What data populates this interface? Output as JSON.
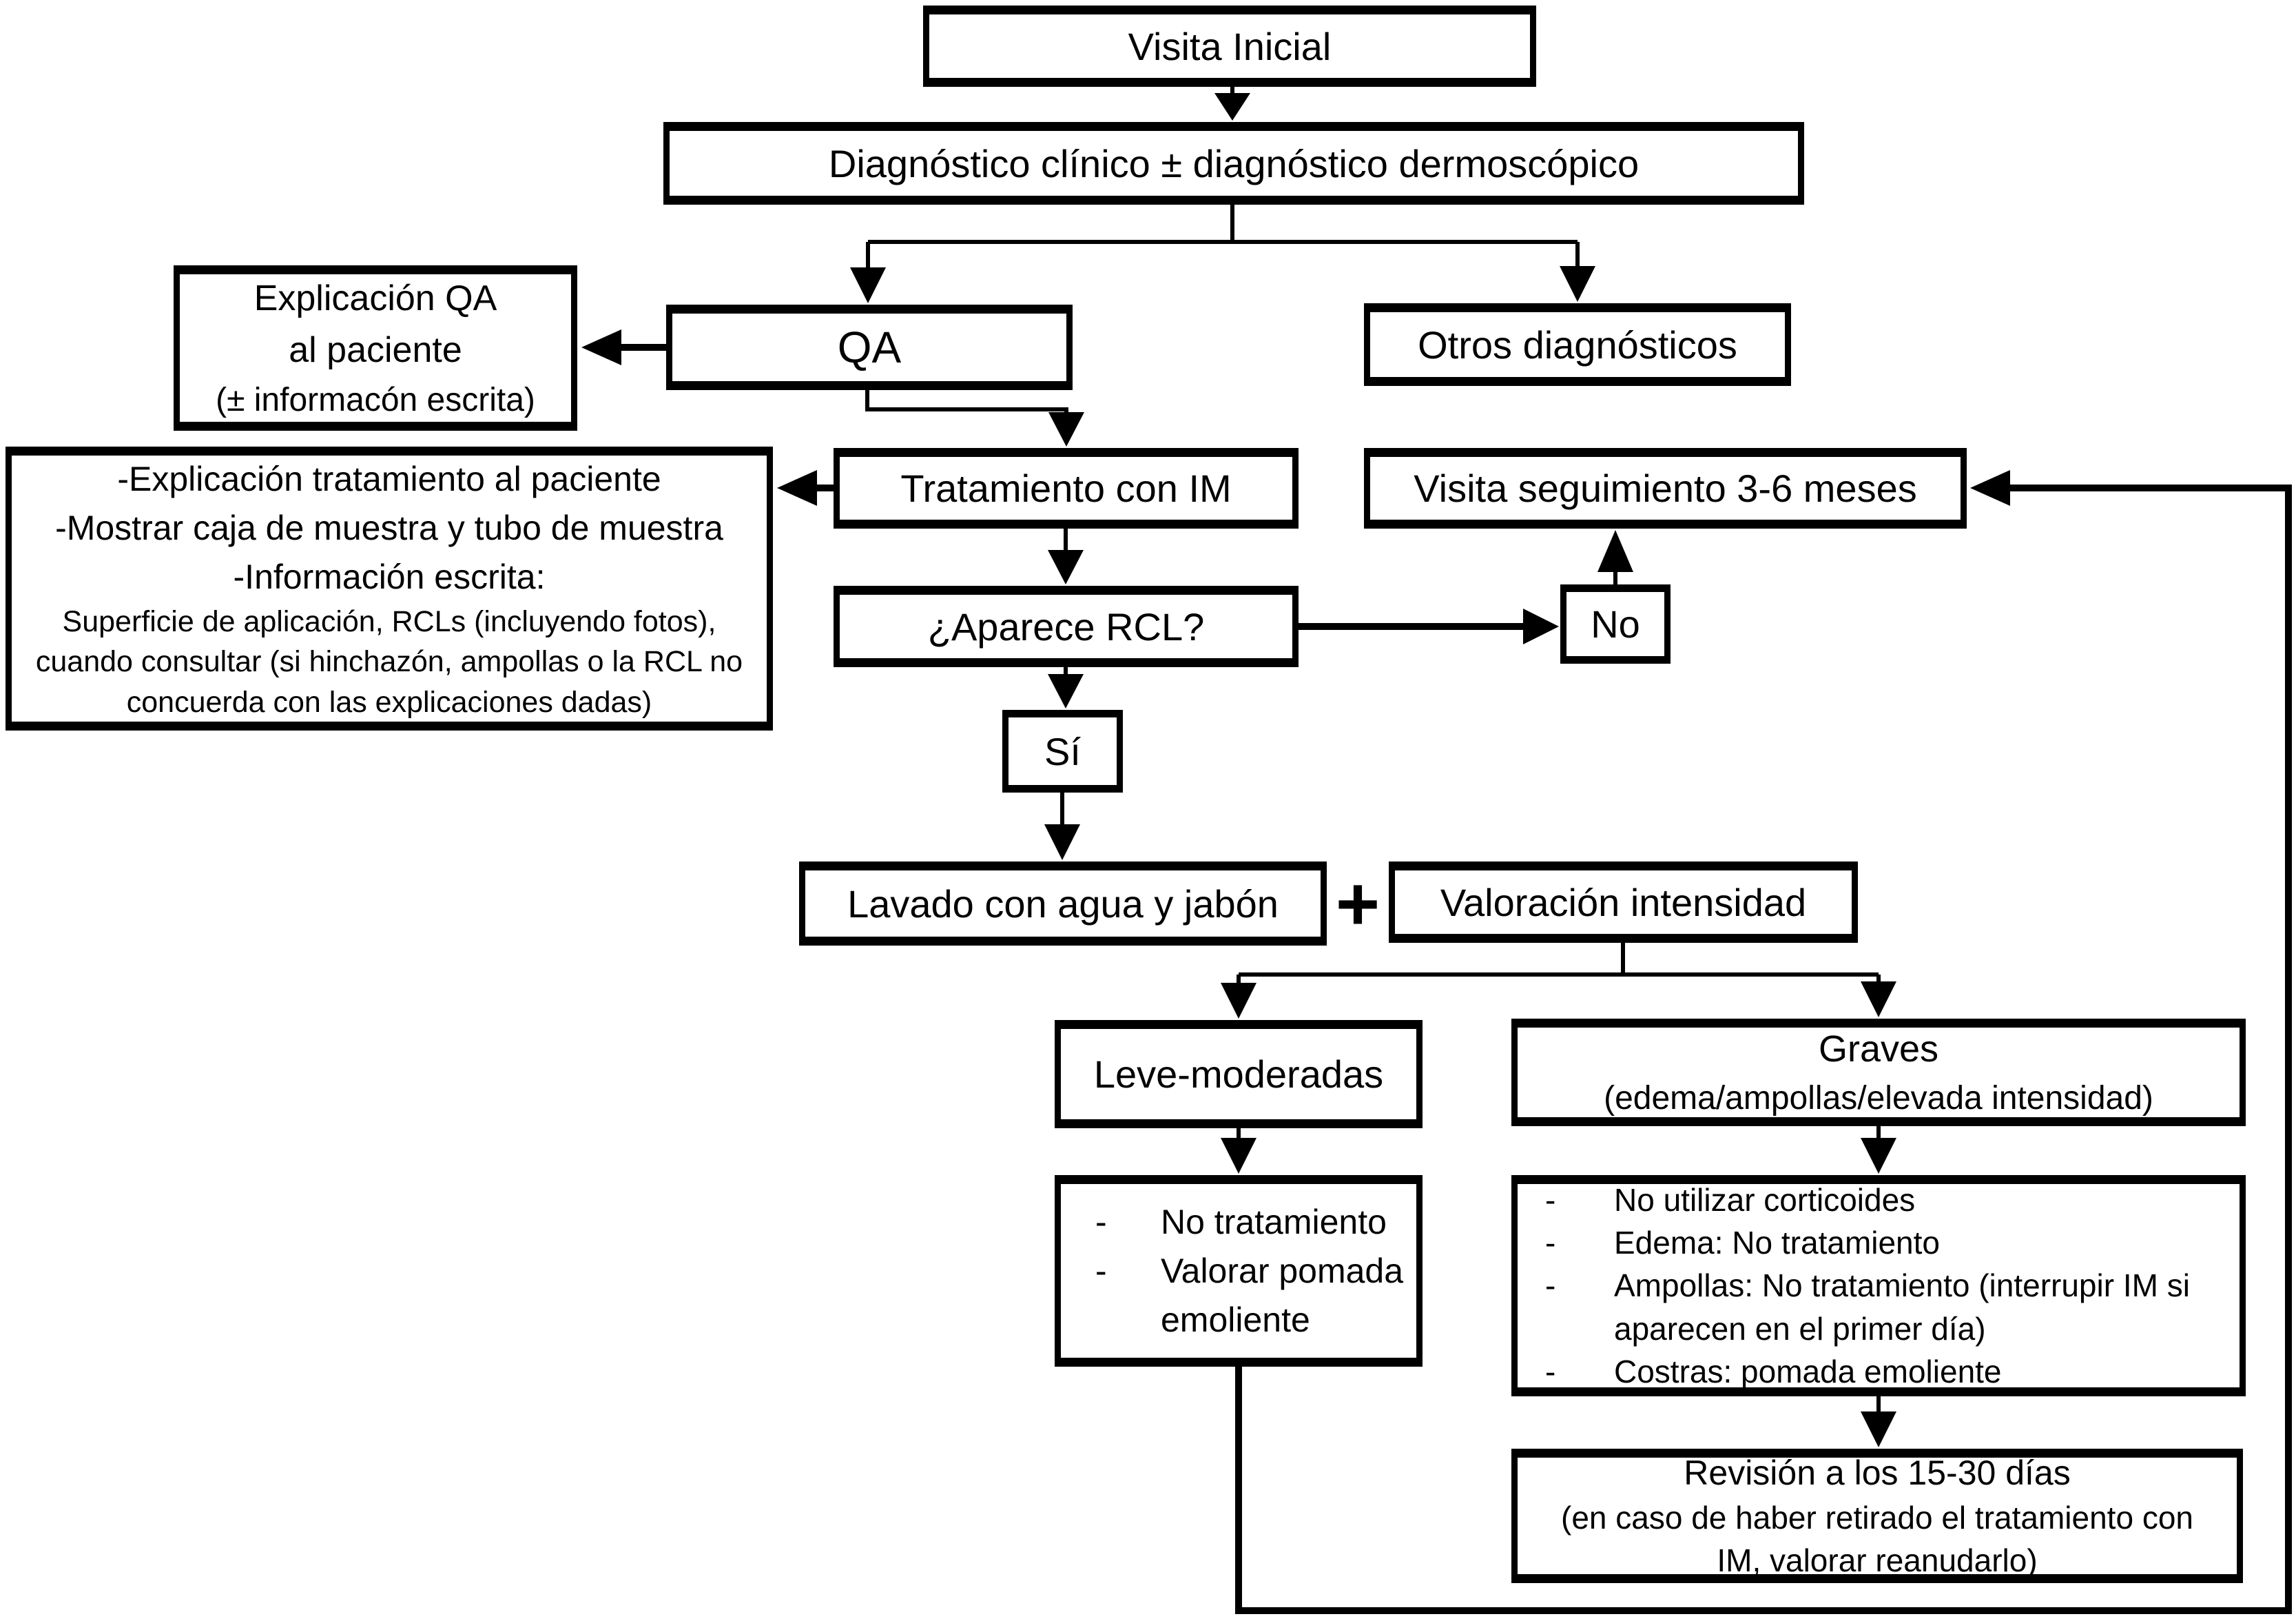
{
  "diagram": {
    "background_color": "#ffffff",
    "line_color": "#000000",
    "nodes": {
      "visita_inicial": {
        "label": "Visita Inicial"
      },
      "diagnostico": {
        "label": "Diagnóstico clínico ± diagnóstico dermoscópico"
      },
      "explicacion_qa": {
        "line1": "Explicación QA",
        "line2": "al paciente",
        "line3": "(± informacón escrita)"
      },
      "qa": {
        "label": "QA"
      },
      "otros_diagnosticos": {
        "label": "Otros diagnósticos"
      },
      "info_tratamiento": {
        "line1": "-Explicación tratamiento al paciente",
        "line2": "-Mostrar caja de muestra y tubo de muestra",
        "line3": "-Información escrita:",
        "sub1": "Superficie de aplicación, RCLs (incluyendo fotos),",
        "sub2": "cuando consultar (si hinchazón, ampollas o la RCL no",
        "sub3": "concuerda con las explicaciones dadas)"
      },
      "tratamiento_im": {
        "label": "Tratamiento con IM"
      },
      "visita_seguimiento": {
        "label": "Visita seguimiento 3-6 meses"
      },
      "aparece_rcl": {
        "label": "¿Aparece RCL?"
      },
      "no": {
        "label": "No"
      },
      "si": {
        "label": "Sí"
      },
      "lavado": {
        "label": "Lavado con agua y jabón"
      },
      "plus": {
        "label": "+"
      },
      "valoracion": {
        "label": "Valoración intensidad"
      },
      "leve_moderadas": {
        "label": "Leve-moderadas"
      },
      "graves": {
        "title": "Graves",
        "subtitle": "(edema/ampollas/elevada intensidad)"
      },
      "leve_detalle": {
        "items": [
          {
            "bullet": "-",
            "text": "No tratamiento"
          },
          {
            "bullet": "-",
            "text": "Valorar pomada emoliente"
          }
        ]
      },
      "graves_detalle": {
        "items": [
          {
            "bullet": "-",
            "text": "No utilizar corticoides"
          },
          {
            "bullet": "-",
            "text": "Edema: No tratamiento"
          },
          {
            "bullet": "-",
            "text": "Ampollas: No tratamiento (interrupir IM si aparecen en el primer día)"
          },
          {
            "bullet": "-",
            "text": "Costras: pomada emoliente"
          }
        ]
      },
      "revision": {
        "title": "Revisión a los 15-30 días",
        "line2": "(en caso de haber retirado el tratamiento con",
        "line3": "IM, valorar reanudarlo)"
      }
    }
  }
}
